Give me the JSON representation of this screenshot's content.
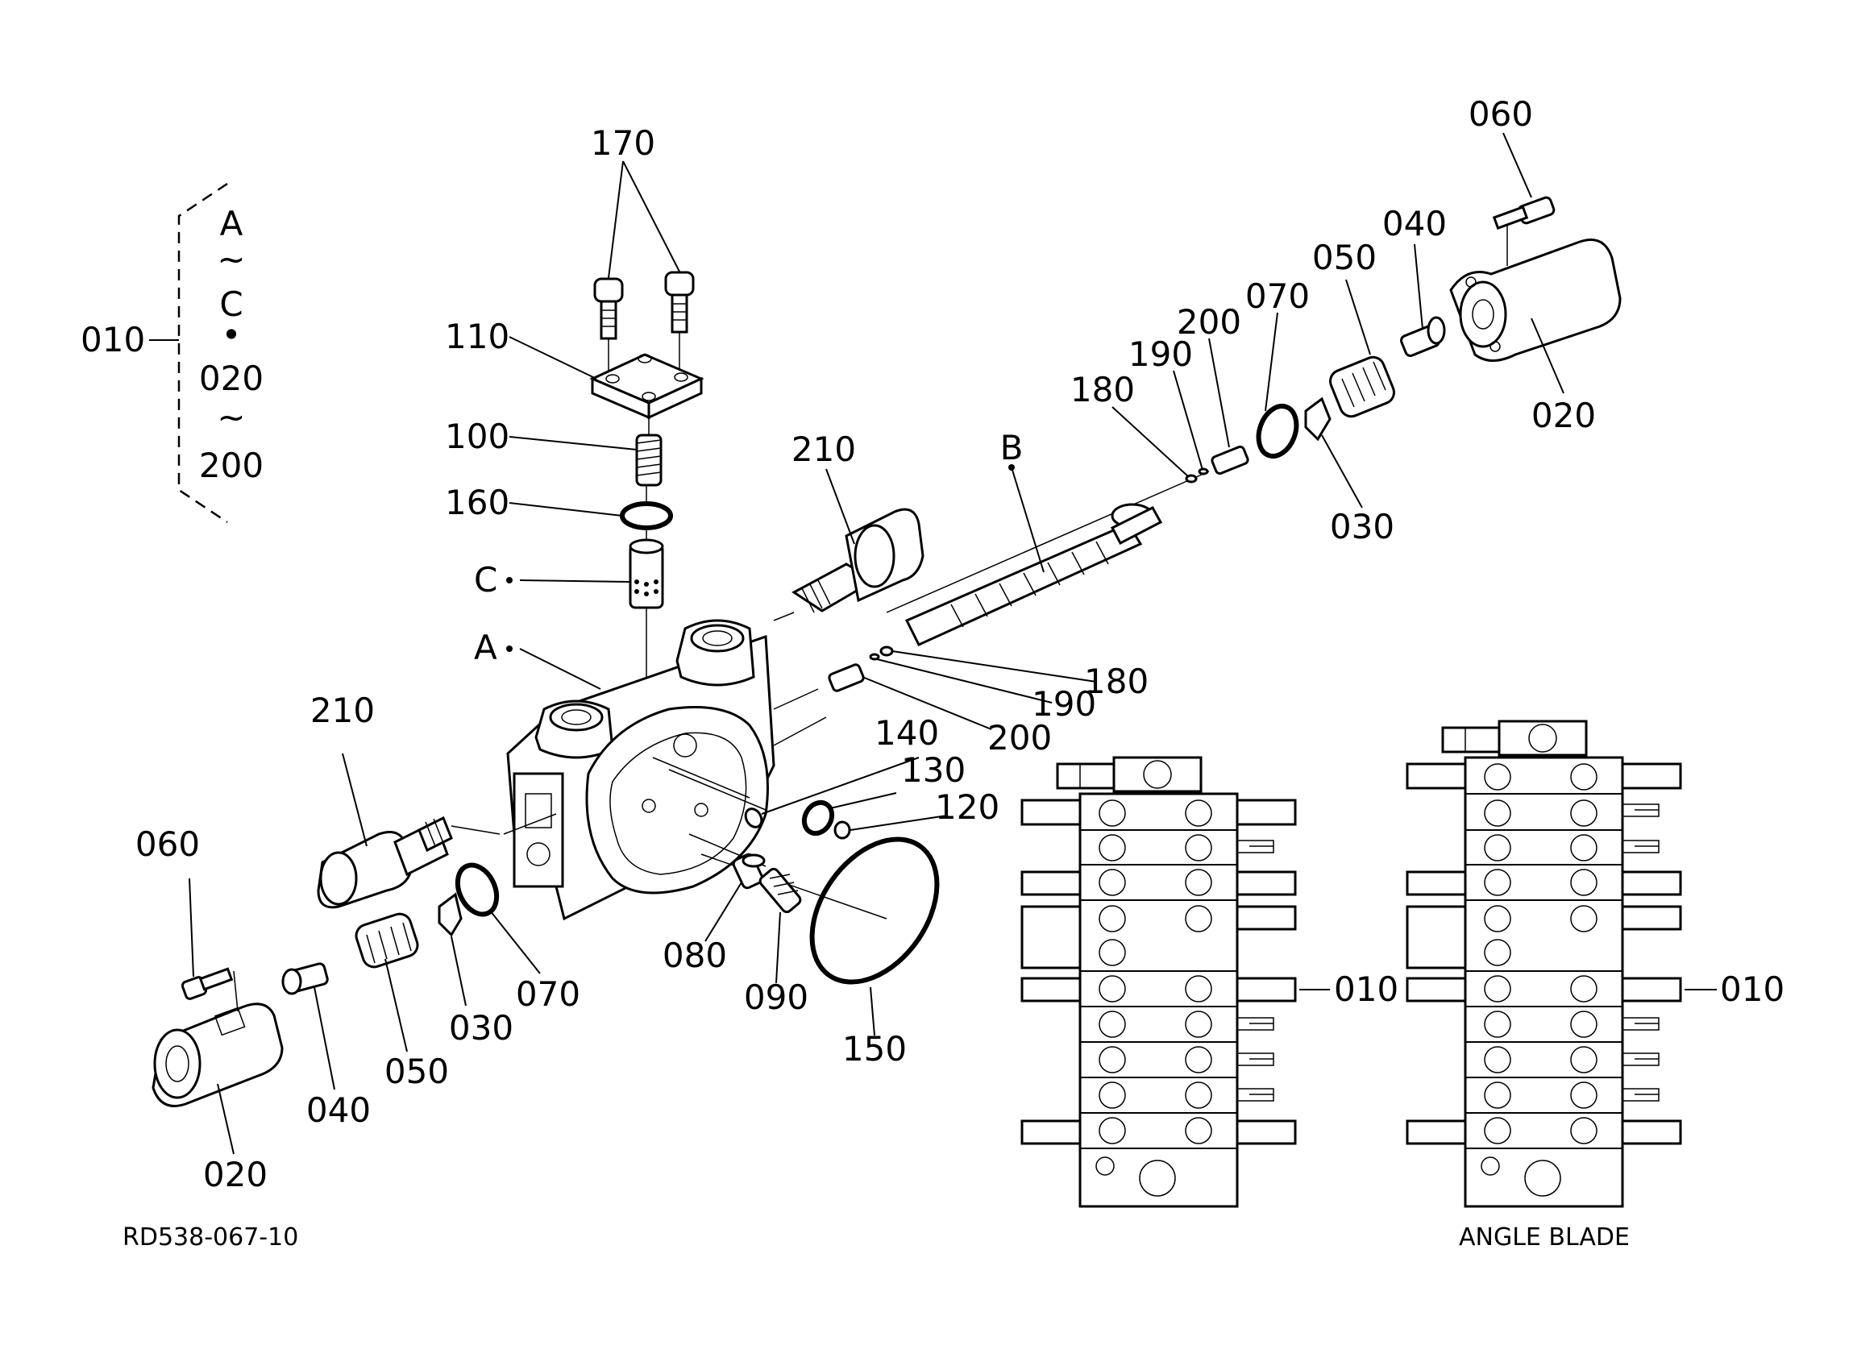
{
  "drawing_code": "RD538-067-10",
  "variant_label": "ANGLE BLADE",
  "assembly_bracket": {
    "main": "010",
    "items": [
      "A",
      "~",
      "C",
      "•",
      "020",
      "~",
      "200"
    ]
  },
  "callouts": {
    "c170": "170",
    "c110": "110",
    "c100": "100",
    "c160": "160",
    "cC": "C",
    "cA": "A",
    "cB": "B",
    "c210_upper": "210",
    "c210_lower": "210",
    "c060_top": "060",
    "c040_top": "040",
    "c050_top": "050",
    "c070_top": "070",
    "c200_top": "200",
    "c190_top": "190",
    "c180_top": "180",
    "c020_top": "020",
    "c030_top": "030",
    "c180_mid": "180",
    "c190_mid": "190",
    "c200_mid": "200",
    "c140": "140",
    "c130": "130",
    "c120": "120",
    "c060_left": "060",
    "c080": "080",
    "c090": "090",
    "c150": "150",
    "c070_low": "070",
    "c030_low": "030",
    "c050_low": "050",
    "c040_low": "040",
    "c020_low": "020",
    "c010_mid": "010",
    "c010_right": "010"
  }
}
